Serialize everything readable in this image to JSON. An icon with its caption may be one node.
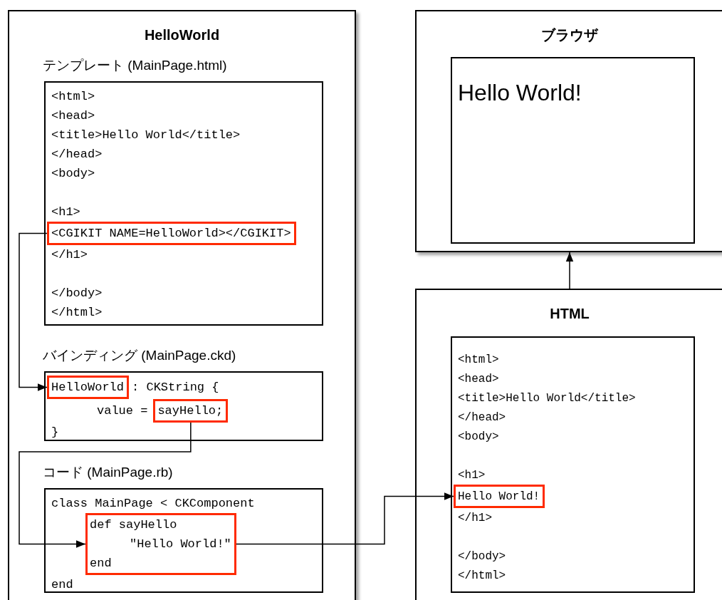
{
  "diagram": {
    "nodes": [
      {
        "text": [
          "HelloWorld"
        ]
      },
      {
        "text": [
          "テンプレート (MainPage.html)",
          "<html>",
          "<head>",
          "<title>Hello World</title>",
          "</head>",
          "<body>",
          "<h1>",
          "</h1>",
          "</body>",
          "</html>"
        ],
        "in": 0
      },
      {
        "text": [
          "<CGIKIT NAME=HelloWorld></CGIKIT>"
        ],
        "in": 1
      },
      {
        "text": [
          "バインディング (MainPage.ckd)",
          ": CKString {",
          "value =",
          "}"
        ],
        "in": 0
      },
      {
        "text": [
          "HelloWorld"
        ],
        "in": 3
      },
      {
        "text": [
          "sayHello;"
        ],
        "in": 3
      },
      {
        "text": [
          "コード (MainPage.rb)",
          "class MainPage < CKComponent",
          "end"
        ],
        "in": 0
      },
      {
        "text": [
          "def sayHello",
          "\"Hello World!\"",
          "end"
        ],
        "in": 6
      },
      {
        "text": [
          "ブラウザ"
        ]
      },
      {
        "text": [
          "Hello World!"
        ],
        "in": 8
      },
      {
        "text": [
          "HTML"
        ]
      },
      {
        "text": [
          "<html>",
          "<head>",
          "<title>Hello World</title>",
          "</head>",
          "<body>",
          "<h1>",
          "</h1>",
          "</body>",
          "</html>"
        ],
        "in": 10
      },
      {
        "text": [
          "Hello World!"
        ],
        "in": 11
      }
    ],
    "edges": [
      {
        "from": 2,
        "to": 4,
        "arrow": "to"
      },
      {
        "from": 5,
        "to": 7,
        "arrow": "to"
      },
      {
        "from": 7,
        "to": 12,
        "arrow": "to"
      },
      {
        "from": 10,
        "to": 8,
        "arrow": "to"
      }
    ]
  }
}
